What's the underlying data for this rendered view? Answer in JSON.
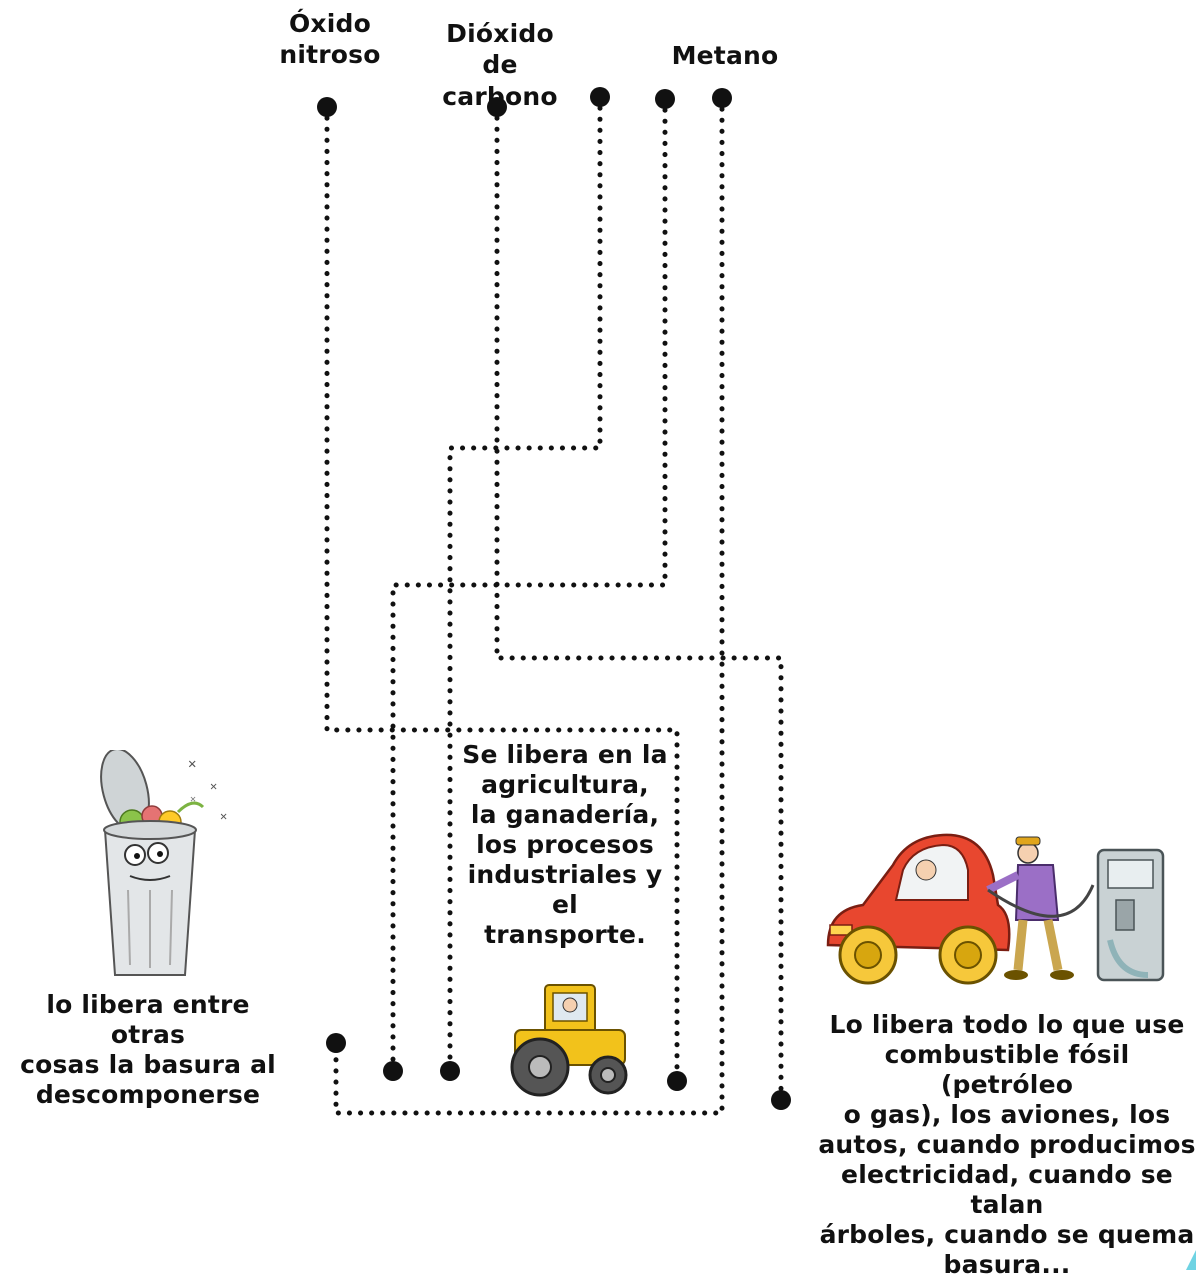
{
  "gases": {
    "nitrous_oxide": "Óxido\nnitroso",
    "carbon_dioxide": "Dióxido de\ncarbono",
    "methane": "Metano"
  },
  "sources": {
    "garbage": "lo libera entre otras\ncosas la basura al\ndescomponerse",
    "agriculture": "Se libera en la\nagricultura,\nla ganadería,\nlos procesos\nindustriales y el\ntransporte.",
    "fossil_fuels": "Lo libera todo lo que use\ncombustible fósil (petróleo\no gas), los aviones, los\nautos, cuando producimos\nelectricidad, cuando se talan\nárboles, cuando se quema\nbasura..."
  },
  "illustrations": {
    "garbage": "trash-can-icon",
    "agriculture": "tractor-icon",
    "fossil_fuels": "car-at-gas-pump-icon"
  },
  "colors": {
    "line": "#111111",
    "car": "#e8472f",
    "tractor": "#f2c21b",
    "pump": "#9aa5a8",
    "attendant": "#9b6fc6"
  }
}
